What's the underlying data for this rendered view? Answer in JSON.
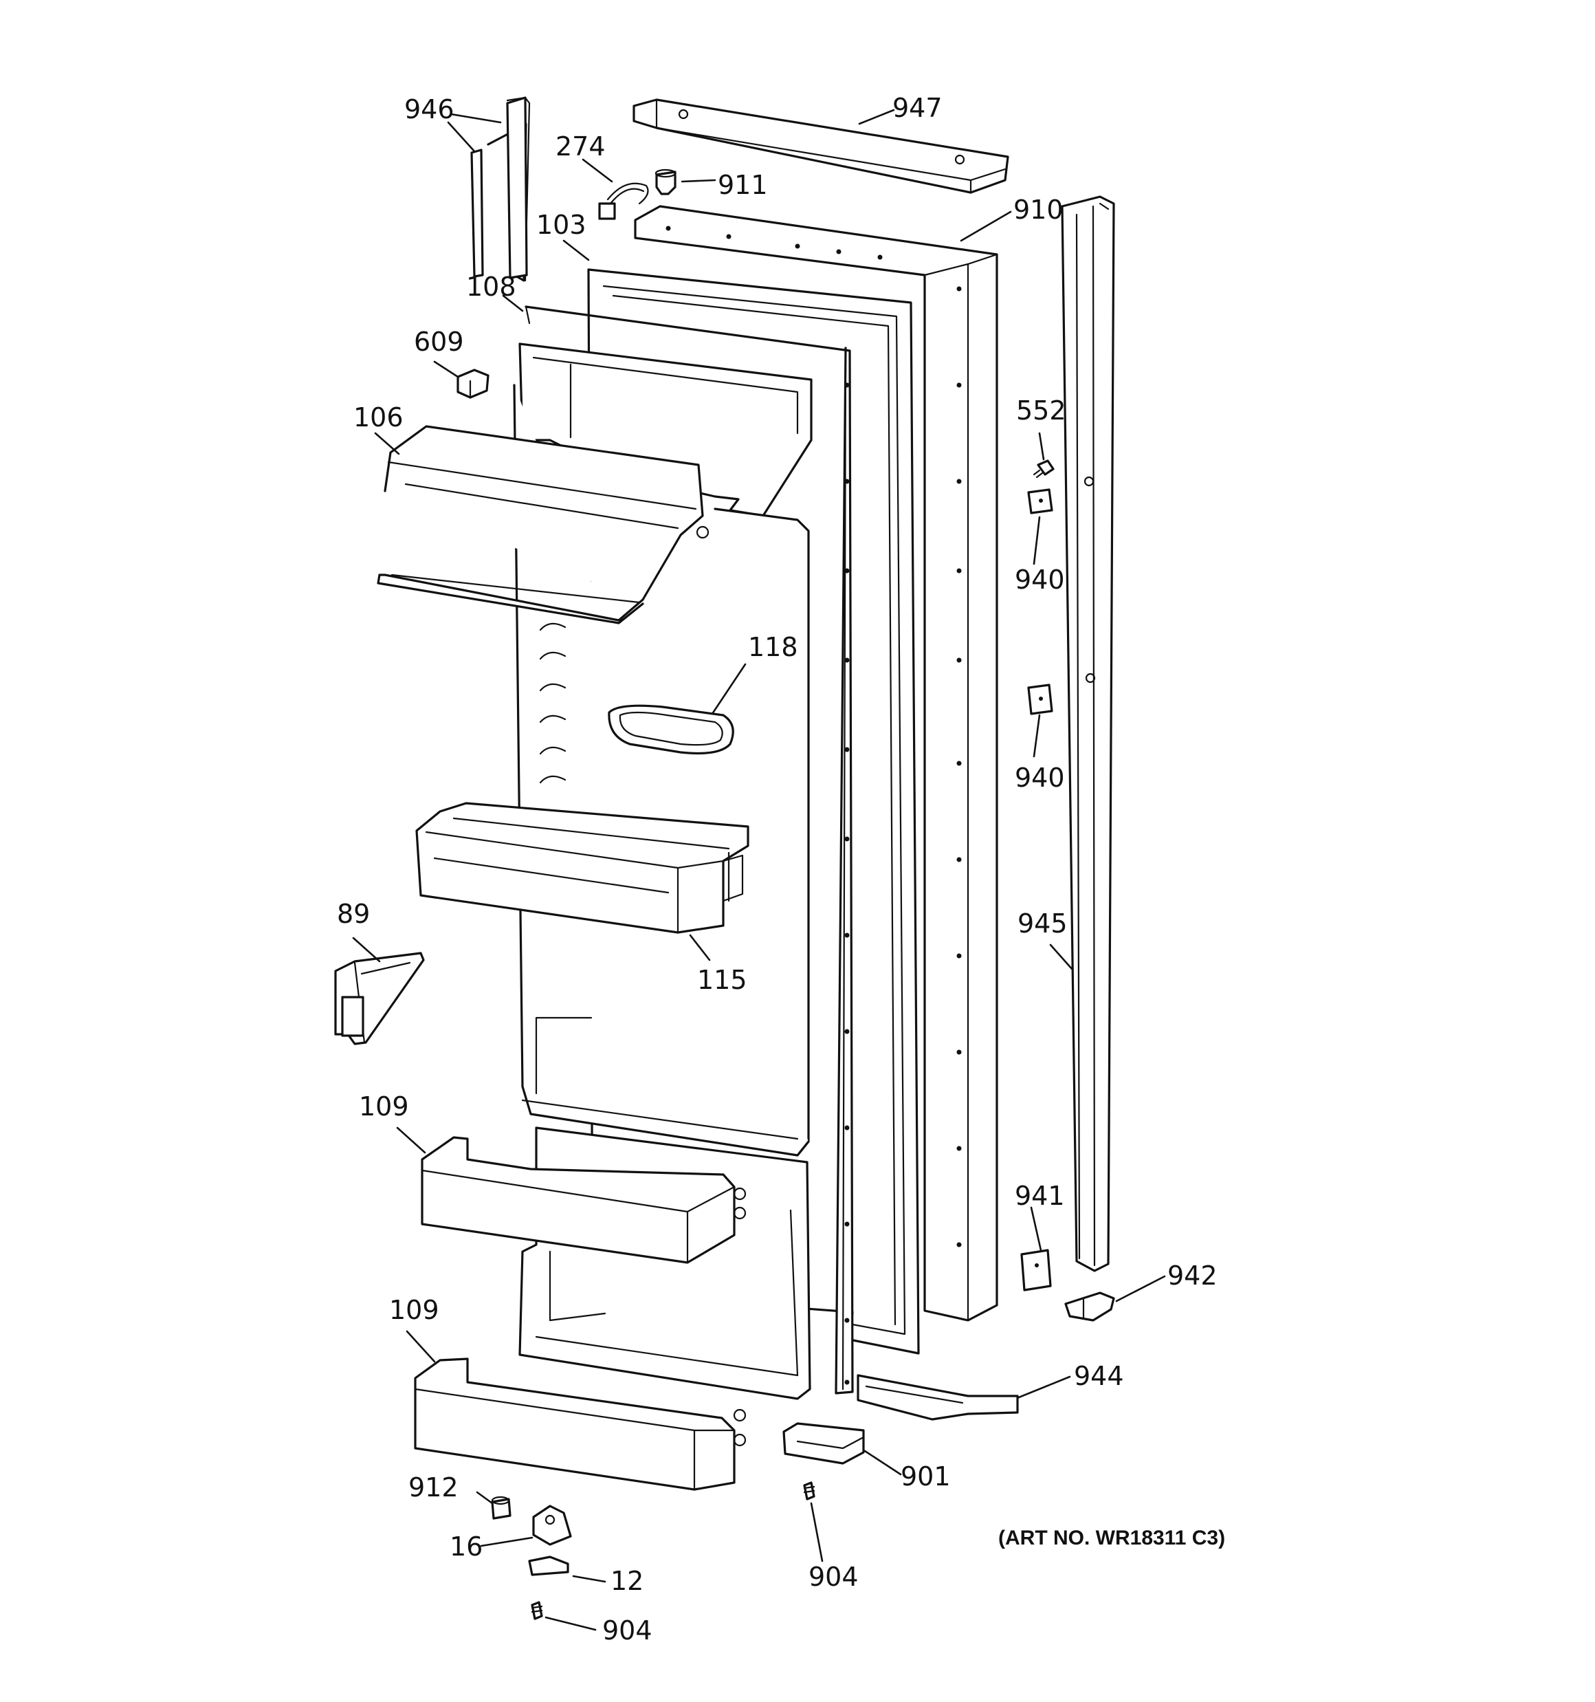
{
  "art_number": "(ART NO. WR18311 C3)",
  "callouts": {
    "c946": "946",
    "c947": "947",
    "c274": "274",
    "c911": "911",
    "c910": "910",
    "c103": "103",
    "c108": "108",
    "c609": "609",
    "c106": "106",
    "c552": "552",
    "c940a": "940",
    "c118": "118",
    "c940b": "940",
    "c89": "89",
    "c115": "115",
    "c945": "945",
    "c109a": "109",
    "c941": "941",
    "c942": "942",
    "c109b": "109",
    "c944": "944",
    "c912": "912",
    "c901": "901",
    "c16": "16",
    "c904a": "904",
    "c12": "12",
    "c904b": "904"
  }
}
